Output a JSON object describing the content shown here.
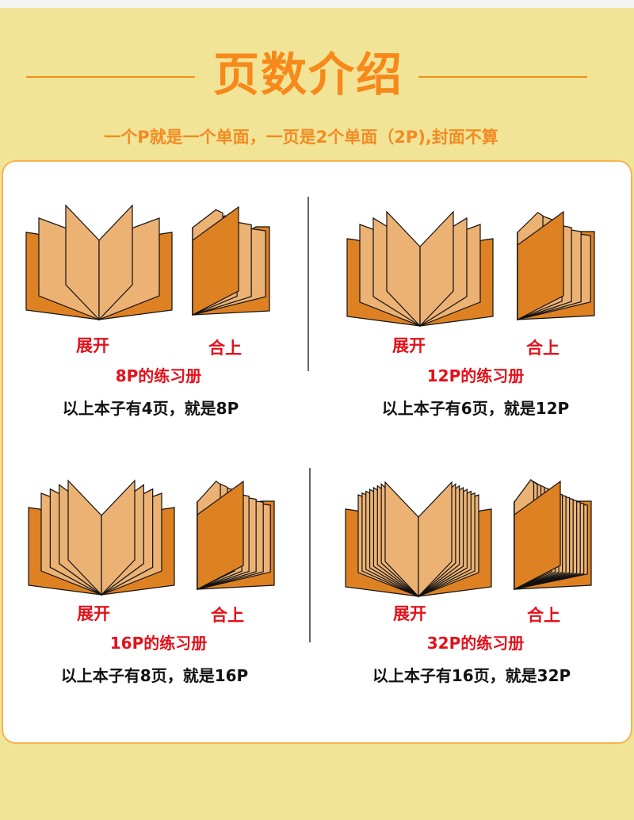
{
  "header": {
    "title": "页数介绍",
    "subtitle": "一个P就是一个单面，一页是2个单面（2P),封面不算"
  },
  "colors": {
    "background": "#f2e496",
    "accent_orange": "#f7881a",
    "card_border": "#f7b34d",
    "cover": "#de8123",
    "page": "#ecb274",
    "label_red": "#e4101a",
    "text_dark": "#111111",
    "divider": "#666666"
  },
  "panels": [
    {
      "open_label": "展开",
      "closed_label": "合上",
      "caption": "8P的练习册",
      "description": "以上本子有4页，就是8P",
      "sheets": 4,
      "p_count": 8
    },
    {
      "open_label": "展开",
      "closed_label": "合上",
      "caption": "12P的练习册",
      "description": "以上本子有6页，就是12P",
      "sheets": 6,
      "p_count": 12
    },
    {
      "open_label": "展开",
      "closed_label": "合上",
      "caption": "16P的练习册",
      "description": "以上本子有8页，就是16P",
      "sheets": 8,
      "p_count": 16
    },
    {
      "open_label": "展开",
      "closed_label": "合上",
      "caption": "32P的练习册",
      "description": "以上本子有16页，就是32P",
      "sheets": 16,
      "p_count": 32
    }
  ]
}
